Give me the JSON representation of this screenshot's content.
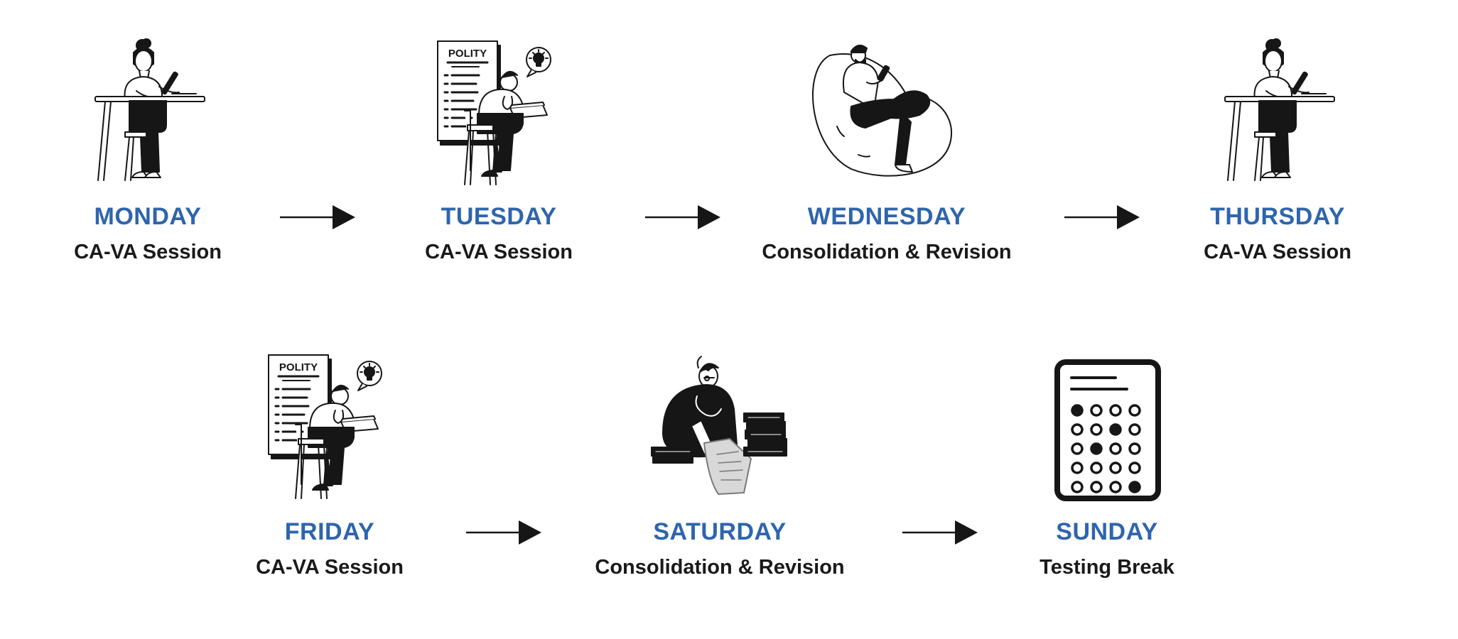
{
  "colors": {
    "day": "#2e65ad",
    "activity": "#1a1a1a",
    "ink": "#161616",
    "paper_grey": "#d8d8d8"
  },
  "schedule": [
    {
      "day": "MONDAY",
      "activity": "CA-VA Session",
      "icon": "student-writing-at-desk-icon"
    },
    {
      "day": "TUESDAY",
      "activity": "CA-VA Session",
      "icon": "studying-polity-icon"
    },
    {
      "day": "WEDNESDAY",
      "activity": "Consolidation & Revision",
      "icon": "relaxing-on-bean-bag-icon"
    },
    {
      "day": "THURSDAY",
      "activity": "CA-VA Session",
      "icon": "student-writing-at-desk-icon"
    },
    {
      "day": "FRIDAY",
      "activity": "CA-VA Session",
      "icon": "studying-polity-icon"
    },
    {
      "day": "SATURDAY",
      "activity": "Consolidation & Revision",
      "icon": "reading-with-books-icon"
    },
    {
      "day": "SUNDAY",
      "activity": "Testing Break",
      "icon": "answer-sheet-icon"
    }
  ],
  "poster_label": "POLITY"
}
